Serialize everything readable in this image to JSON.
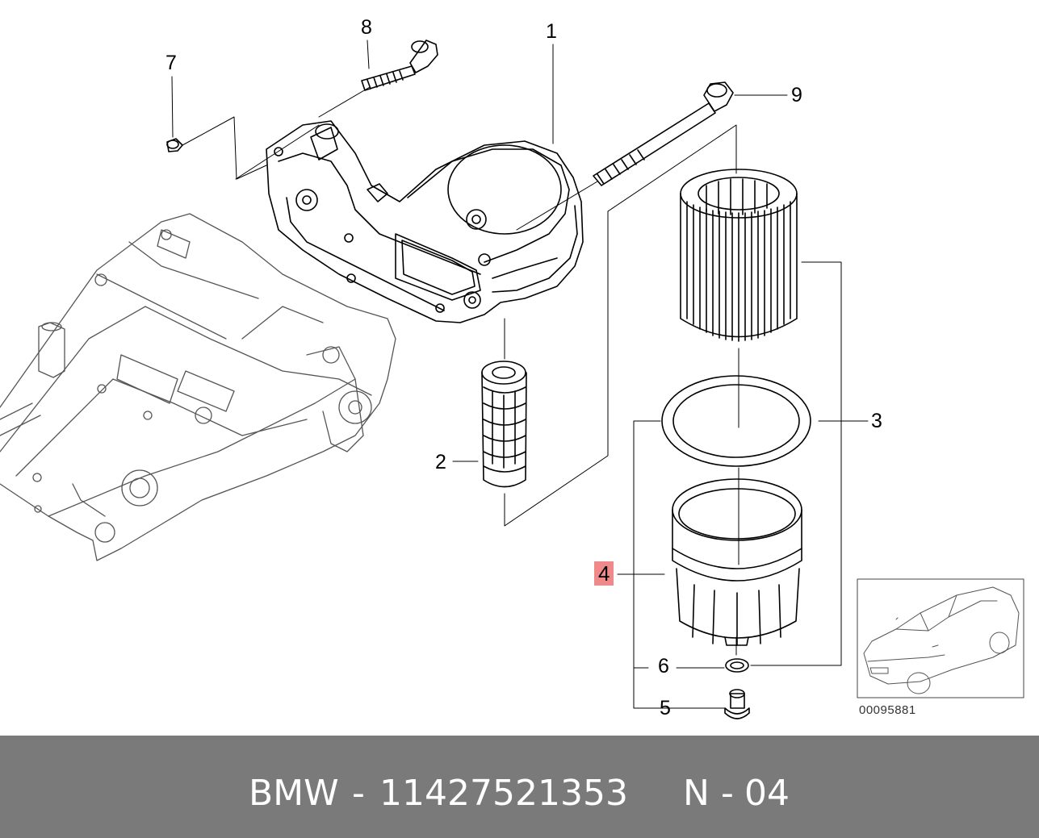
{
  "callouts": {
    "c1": "1",
    "c2": "2",
    "c3": "3",
    "c4": "4",
    "c5": "5",
    "c6": "6",
    "c7": "7",
    "c8": "8",
    "c9": "9"
  },
  "highlight_color": "#f08a8a",
  "reference_number": "00095881",
  "footer": {
    "brand": "BMW",
    "sep": "-",
    "part_number": "11427521353",
    "position_prefix": "N",
    "sep2": "-",
    "position": "04",
    "background": "#7a7a7a"
  }
}
